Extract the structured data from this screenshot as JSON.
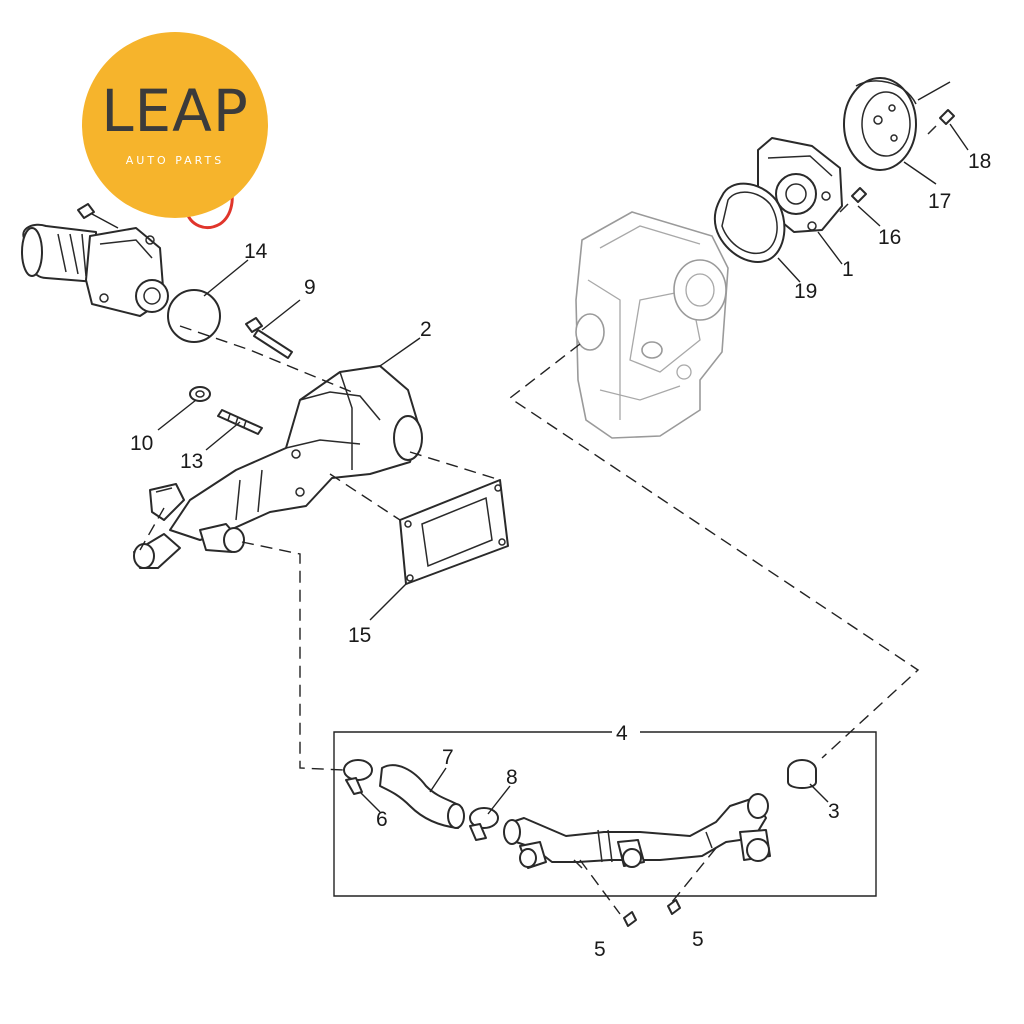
{
  "logo": {
    "wordmark": "LEAP",
    "tagline": "AUTO PARTS",
    "badge_color": "#f6b42c"
  },
  "callouts": {
    "n1": "1",
    "n2": "2",
    "n3": "3",
    "n4": "4",
    "n5a": "5",
    "n5b": "5",
    "n6": "6",
    "n7": "7",
    "n8": "8",
    "n9": "9",
    "n10": "10",
    "n13": "13",
    "n14": "14",
    "n15": "15",
    "n16": "16",
    "n17": "17",
    "n18": "18",
    "n19": "19"
  },
  "highlight": {
    "color": "#e0352b",
    "target": "thermostat-housing"
  }
}
